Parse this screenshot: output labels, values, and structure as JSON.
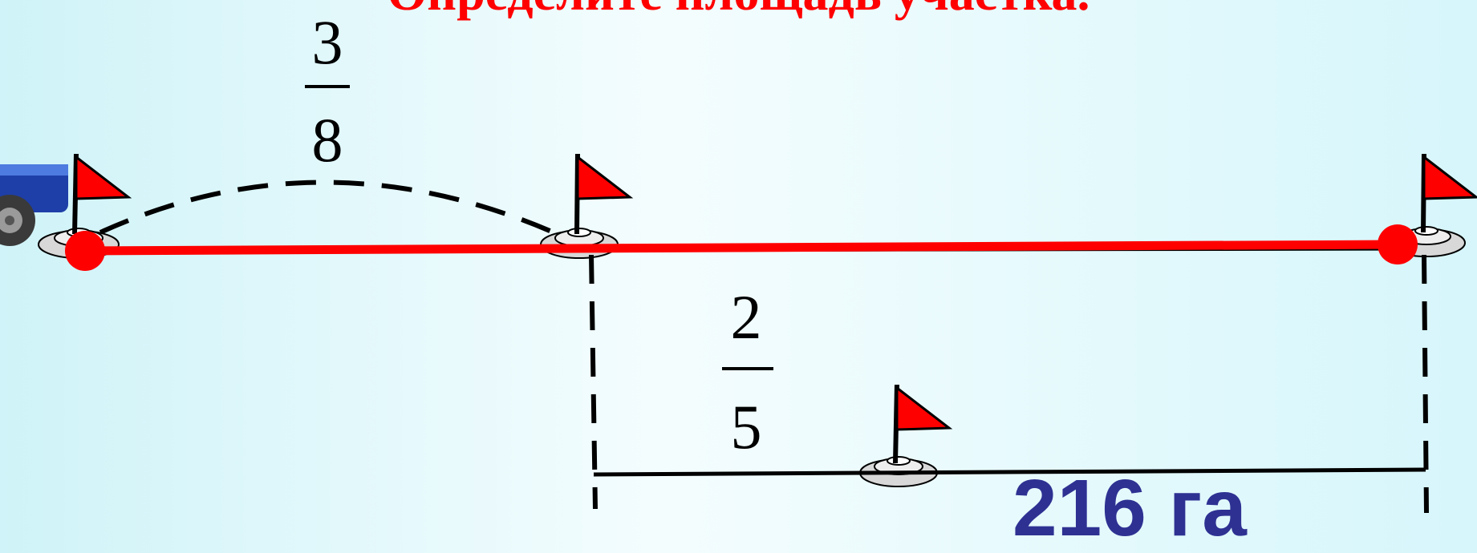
{
  "title": "Определите площадь участка.",
  "fraction_top": {
    "numerator": "3",
    "denominator": "8"
  },
  "fraction_bottom": {
    "numerator": "2",
    "denominator": "5"
  },
  "area_label": "216 га",
  "colors": {
    "red_line": "#ff0000",
    "flag": "#ff0000",
    "label_blue": "#2e3192",
    "tractor": "#1e3fa8"
  },
  "icons": [
    "tractor-icon",
    "flag-icon",
    "marker-base-icon"
  ]
}
